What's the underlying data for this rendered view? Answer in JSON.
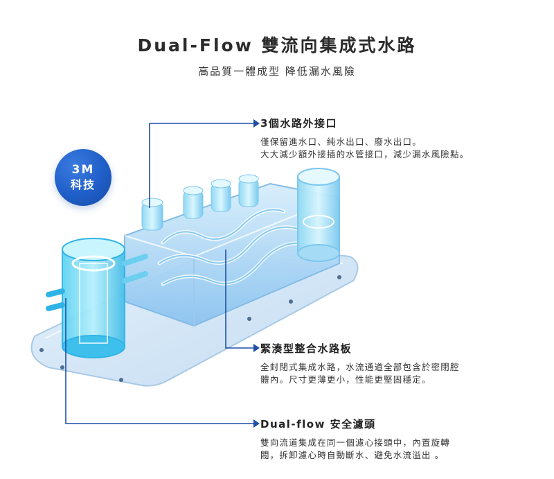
{
  "header": {
    "title": "Dual-Flow 雙流向集成式水路",
    "subtitle": "高品質一體成型 降低漏水風險"
  },
  "badge": {
    "line1": "3M",
    "line2": "科技",
    "color": "#1f5ec7"
  },
  "accent_color": "#1f4fa8",
  "callouts": [
    {
      "heading": "3個水路外接口",
      "body_line1": "僅保留進水口、純水出口、廢水出口。",
      "body_line2": "大大減少額外接插的水管接口，減少漏水風險點。"
    },
    {
      "heading": "緊湊型整合水路板",
      "body_line1": "全封閉式集成水路，水流通道全部包含於密閉腔",
      "body_line2": "體內。尺寸更薄更小，性能更堅固穩定。"
    },
    {
      "heading": "Dual-flow 安全濾頭",
      "body_line1": "雙向流道集成在同一個濾心接頭中，內置旋轉",
      "body_line2": "閥，拆卸濾心時自動斷水、避免水流溢出 。"
    }
  ]
}
